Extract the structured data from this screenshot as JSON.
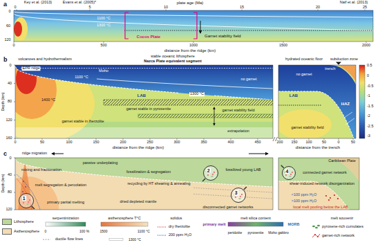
{
  "diagram": {
    "nodes": [
      {
        "text": [
          "1"
        ]
      },
      {
        "text": [
          "2"
        ]
      },
      {
        "text": [
          "3"
        ]
      },
      {
        "text": [
          "4"
        ]
      }
    ],
    "labels": [
      "a",
      "Key et al. (2013)",
      "Evans et al. (2005)*",
      "plate age (Ma)",
      "Naif et al. (2013)",
      "0",
      "5",
      "10",
      "15",
      "20",
      "25",
      "Cocos Plate",
      "1100 °C",
      "1300 °C",
      "Garnet stability field",
      "0",
      "60",
      "120",
      "0",
      "500",
      "1000",
      "1500",
      "2000",
      "distance from the ridge (km)",
      "b",
      "volcanoes and hydrothermalism",
      "stable oceanic lithosphere",
      "Nazca Plate equivalent segment",
      "hydrated oceanic floor",
      "subduction zone",
      "EPR ridge",
      "Moho",
      "LAB",
      "1100 °C",
      "1300 °C",
      "1400 °C",
      "garnet stable in pyroxenite",
      "garnet stable in lherzolite",
      "no garnet",
      "garnet stability field",
      "extrapolation",
      "0",
      "40",
      "80",
      "120",
      "160",
      "Depth (km)",
      "0",
      "50",
      "100",
      "150",
      "200",
      "250",
      "300",
      "350",
      "400",
      "450",
      "distance from the ridge (km)",
      "trench",
      "no garnet",
      "LAB",
      "HAZ",
      "garnet stability field",
      "200",
      "150",
      "100",
      "50",
      "0",
      "50",
      "distance from the trench",
      "0.5",
      "0",
      "-0.5",
      "-1",
      "-1.5",
      "-2",
      "-2.5",
      "-3",
      "c",
      "ridge migration",
      "mixing and fractionation",
      "passive underplating",
      "fossilization & segregation",
      "melt segregation & percolation",
      "recycling by HT shearing & annealing",
      "primary partial melting",
      "dried depleted mantle",
      "fossilized young LAB",
      "disconnected garnet networks",
      "Caribbean Plate",
      "connected garnet network",
      "shear-induced network disorganization",
      "<100 ppm H₂O",
      ">100 ppm H₂O",
      "local melt pooling below the LAB",
      "0",
      "40",
      "80",
      "120",
      "Depth (km)",
      "0",
      "100 %",
      "1500",
      "1100 °C",
      "1300 °C",
      "primary melt",
      "MORB",
      "peridotite",
      "pyroxenite",
      "Moho gabbro"
    ],
    "legend": [
      {
        "text": "Lithosphere",
        "color": "#bcd89a"
      },
      {
        "text": "Asthenosphere",
        "color": "#f3dcb2"
      },
      {
        "text": "serpentinization"
      },
      {
        "text": "ductile flow lines"
      },
      {
        "text": "asthenosphere T°C"
      },
      {
        "text": "solidus"
      },
      {
        "text": "dry lherzolite"
      },
      {
        "text": "200 ppm H₂O"
      },
      {
        "text": "melt silica content"
      },
      {
        "text": "melt souvenir"
      },
      {
        "text": "pyroxene-rich cumulates"
      },
      {
        "text": "garnet-rich network"
      }
    ]
  }
}
